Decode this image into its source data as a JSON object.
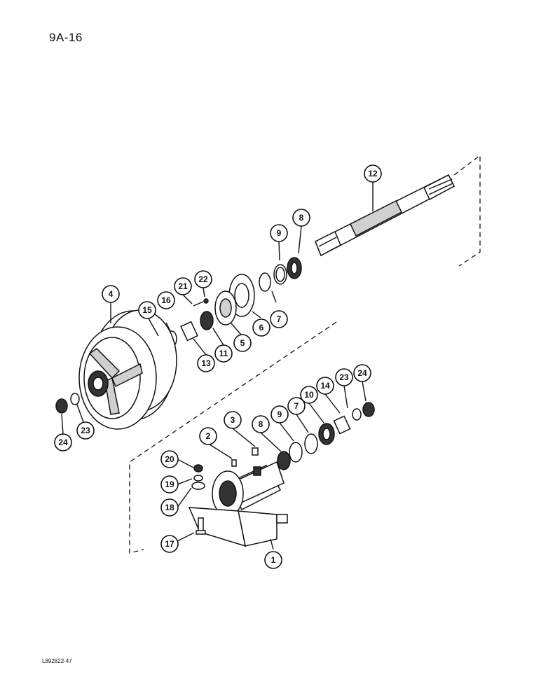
{
  "page": {
    "number": "9A-16",
    "figure_code": "L892822-47"
  },
  "callouts": {
    "c1": "1",
    "c2": "2",
    "c3": "3",
    "c4": "4",
    "c5": "5",
    "c6": "6",
    "c7a": "7",
    "c7b": "7",
    "c8a": "8",
    "c8b": "8",
    "c9a": "9",
    "c9b": "9",
    "c10": "10",
    "c11": "11",
    "c12": "12",
    "c13": "13",
    "c14": "14",
    "c15": "15",
    "c16": "16",
    "c17": "17",
    "c18": "18",
    "c19": "19",
    "c20": "20",
    "c21": "21",
    "c22": "22",
    "c23a": "23",
    "c23b": "23",
    "c24a": "24",
    "c24b": "24"
  }
}
